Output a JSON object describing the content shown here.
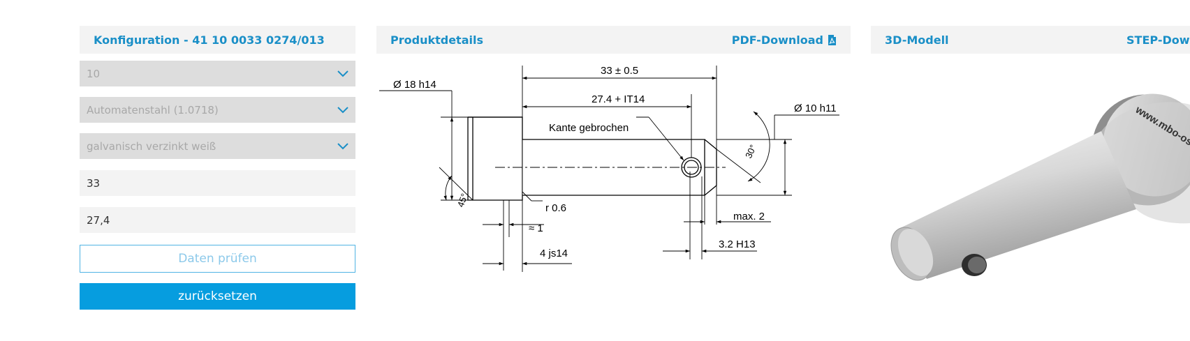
{
  "config": {
    "title": "Konfiguration - 41 10 0033 0274/013",
    "select_1": "10",
    "select_2": "Automatenstahl (1.0718)",
    "select_3": "galvanisch verzinkt weiß",
    "input_length": "33",
    "input_clamp": "27,4",
    "check_label": "Daten prüfen",
    "reset_label": "zurücksetzen"
  },
  "details": {
    "title": "Produktdetails",
    "pdf_label": "PDF-Download",
    "pdf_icon": "pdf-file-icon",
    "drawing": {
      "dim_length": "33 ± 0.5",
      "dim_clamp": "27.4 + IT14",
      "dim_head_dia": "Ø 18 h14",
      "dim_shaft_dia": "Ø 10 h11",
      "note_edge": "Kante gebrochen",
      "angle_30": "30°",
      "angle_45": "45°",
      "radius": "r 0.6",
      "approx": "≈ 1",
      "head_thickness": "4 js14",
      "max_chamfer": "max. 2",
      "hole": "3.2 H13"
    }
  },
  "model": {
    "title": "3D-Modell",
    "step_label": "STEP-Download",
    "engraving": "www.mbo-osswald"
  },
  "colors": {
    "accent": "#1a8fc7",
    "primary_button": "#069ddf",
    "header_bg": "#f3f3f3",
    "select_bg": "#dddddd"
  }
}
